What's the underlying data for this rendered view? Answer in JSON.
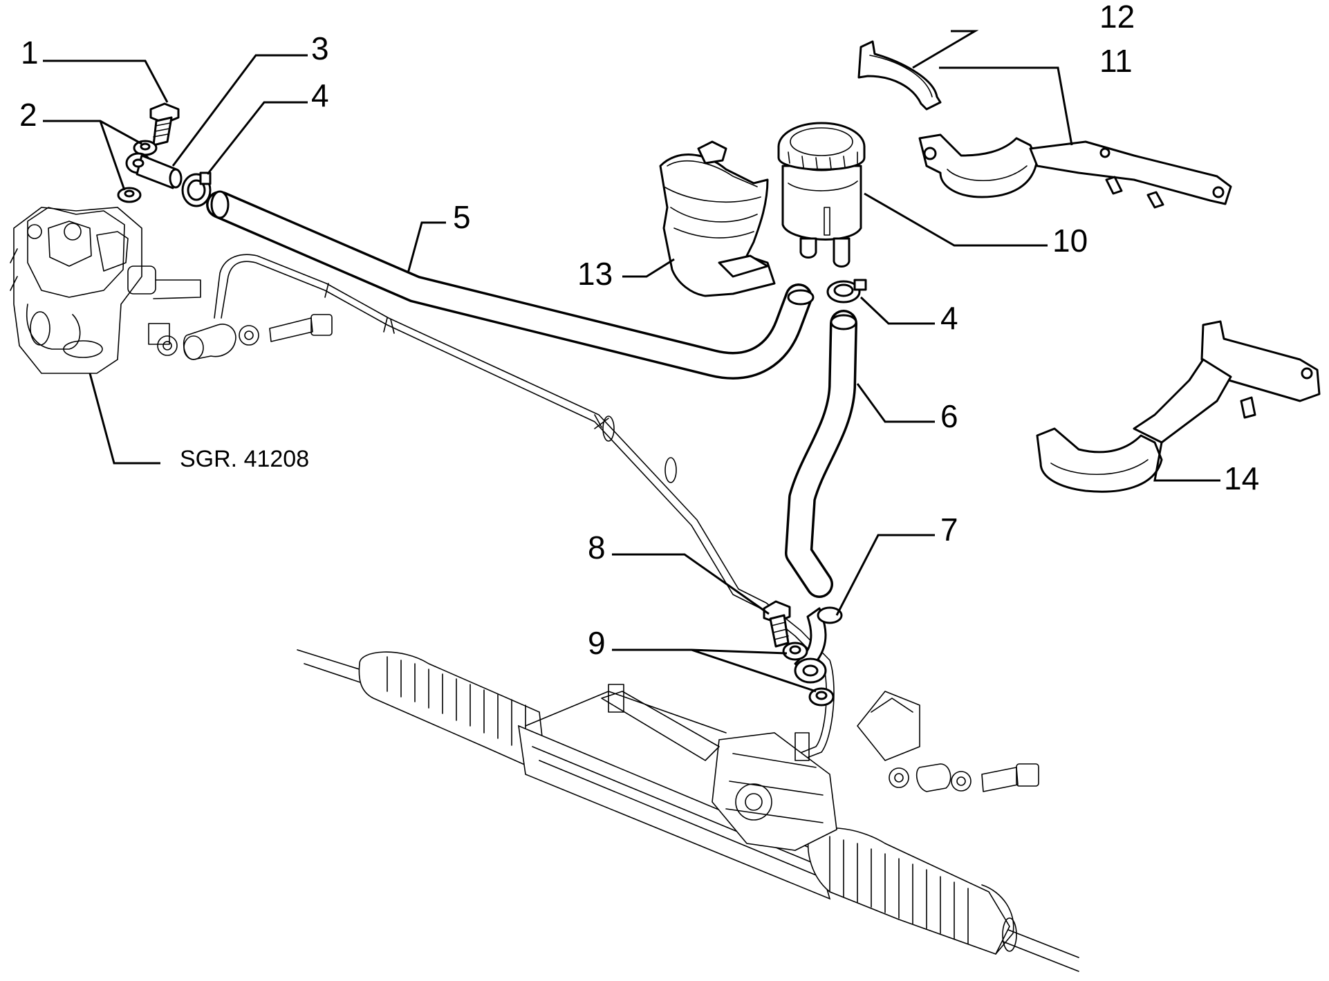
{
  "diagram": {
    "reference_label": "SGR. 41208",
    "callouts": [
      {
        "id": "1",
        "text": "1"
      },
      {
        "id": "2",
        "text": "2"
      },
      {
        "id": "3",
        "text": "3"
      },
      {
        "id": "4a",
        "text": "4"
      },
      {
        "id": "4b",
        "text": "4"
      },
      {
        "id": "5",
        "text": "5"
      },
      {
        "id": "6",
        "text": "6"
      },
      {
        "id": "7",
        "text": "7"
      },
      {
        "id": "8",
        "text": "8"
      },
      {
        "id": "9",
        "text": "9"
      },
      {
        "id": "10",
        "text": "10"
      },
      {
        "id": "11",
        "text": "11"
      },
      {
        "id": "12",
        "text": "12"
      },
      {
        "id": "13",
        "text": "13"
      },
      {
        "id": "14",
        "text": "14"
      }
    ]
  }
}
